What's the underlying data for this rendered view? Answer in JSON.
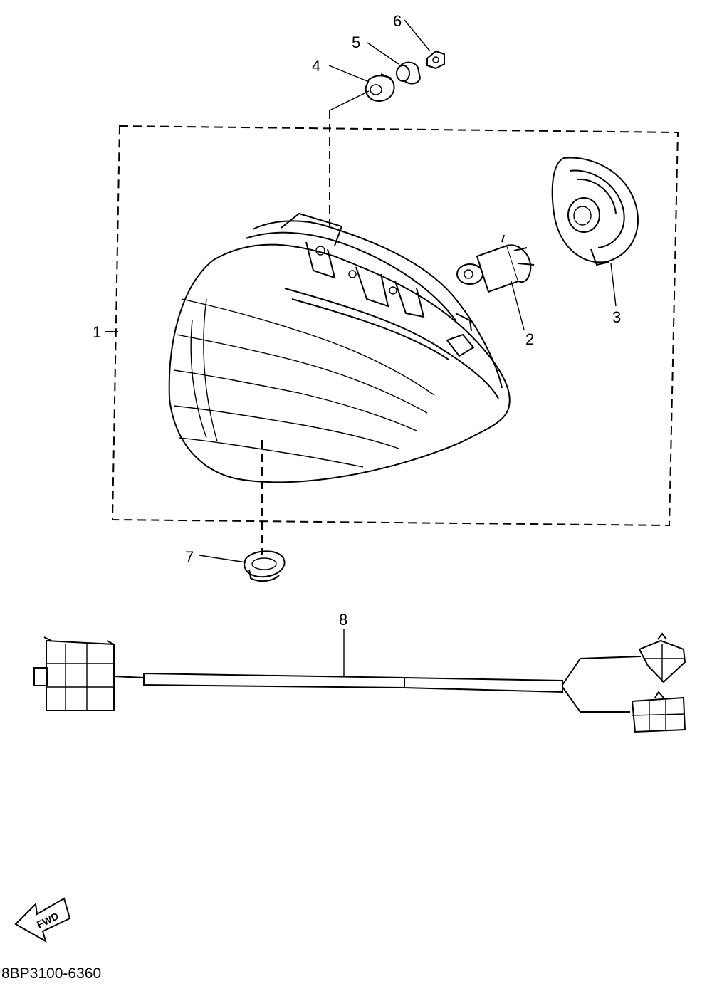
{
  "callouts": {
    "c1": "1",
    "c2": "2",
    "c3": "3",
    "c4": "4",
    "c5": "5",
    "c6": "6",
    "c7": "7",
    "c8": "8"
  },
  "forward_arrow": {
    "label": "FWD"
  },
  "diagram_code": "8BP3100-6360"
}
